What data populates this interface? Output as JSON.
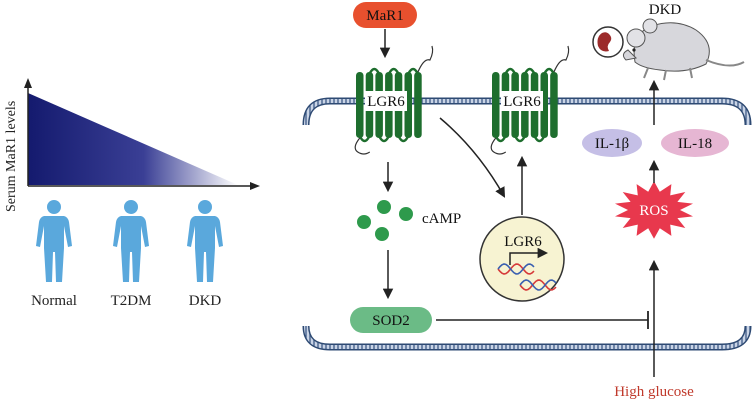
{
  "left_panel": {
    "ylabel": "Serum MaR1 levels",
    "groups": [
      "Normal",
      "T2DM",
      "DKD"
    ]
  },
  "pathway": {
    "ligand": "MaR1",
    "receptor": "LGR6",
    "receptor_upregulated": "LGR6",
    "nucleus_label": "LGR6",
    "messenger": "cAMP",
    "enzyme": "SOD2",
    "ros": "ROS",
    "cytokines": [
      "IL-1β",
      "IL-18"
    ],
    "stimulus": "High glucose",
    "outcome": "DKD"
  },
  "colors": {
    "ligand": "#e8502e",
    "receptor": "#1e6e2e",
    "membrane": "#2e4a73",
    "gradient_dark": "#141a6e",
    "human_figure": "#5aa8dc",
    "camp": "#2e9a4c",
    "enzyme": "#6bbb86",
    "ros": "#e8384d",
    "il1b": "#c5bfe6",
    "il18": "#e6b6d3",
    "stimulus_text": "#c0392b",
    "nucleus": "#f7f3d2"
  }
}
